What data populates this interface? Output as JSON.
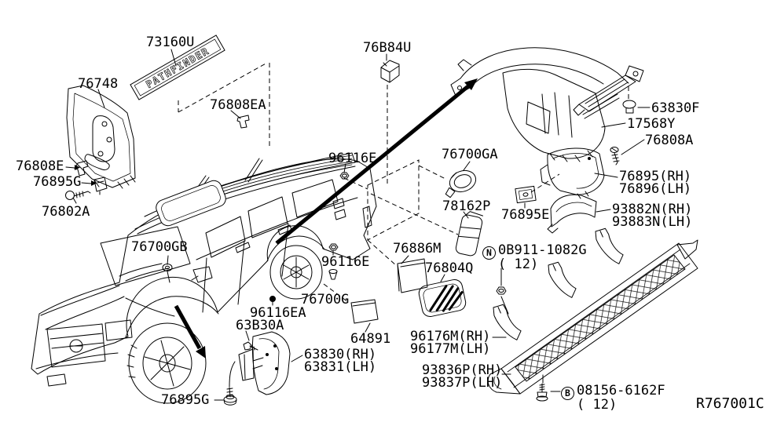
{
  "drawing": {
    "ref_code": "R767001C",
    "emblem_text": "PATHFINDER"
  },
  "labels": {
    "73160U": "73160U",
    "76748": "76748",
    "76808EA": "76808EA",
    "76B84U": "76B84U",
    "63830F": "63830F",
    "17568Y": "17568Y",
    "76808A": "76808A",
    "76808E": "76808E",
    "76895G_top": "76895G",
    "76802A": "76802A",
    "96116E_upper": "96116E",
    "76700GA": "76700GA",
    "78162P": "78162P",
    "76895E": "76895E",
    "76895_RH": "76895(RH)",
    "76896_LH": "76896(LH)",
    "93882N_RH": "93882N(RH)",
    "93883N_LH": "93883N(LH)",
    "76700GB": "76700GB",
    "76886M": "76886M",
    "76804Q": "76804Q",
    "96116E_lower": "96116E",
    "76700G": "76700G",
    "96116EA": "96116EA",
    "63B30A": "63B30A",
    "64891": "64891",
    "63830_RH": "63830(RH)",
    "63831_LH": "63831(LH)",
    "76895G_bottom": "76895G",
    "96176M_RH": "96176M(RH)",
    "96177M_LH": "96177M(LH)",
    "93836P_RH": "93836P(RH)",
    "93837P_LH": "93837P(LH)"
  },
  "fasteners": {
    "nut": {
      "symbol": "N",
      "part_number": "0B911-1082G",
      "quantity": "( 12)"
    },
    "bolt": {
      "symbol": "B",
      "part_number": "08156-6162F",
      "quantity": "( 12)"
    }
  }
}
